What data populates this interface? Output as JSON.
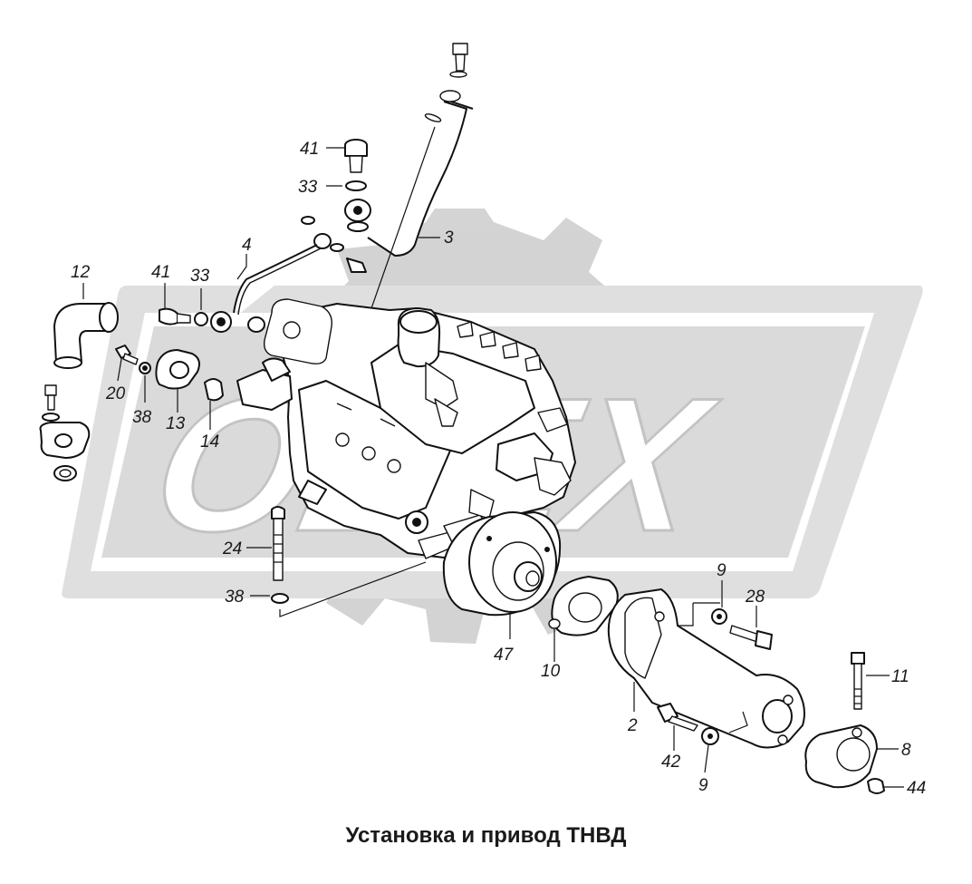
{
  "caption": "Установка и привод ТНВД",
  "watermark": {
    "text": "ODEX",
    "color": "#c8c8c8"
  },
  "callouts": {
    "n41a": "41",
    "n33a": "33",
    "n3": "3",
    "n4": "4",
    "n12": "12",
    "n41b": "41",
    "n33b": "33",
    "n20": "20",
    "n38a": "38",
    "n13": "13",
    "n14": "14",
    "n24": "24",
    "n38b": "38",
    "n47": "47",
    "n10": "10",
    "n9a": "9",
    "n28": "28",
    "n2": "2",
    "n11": "11",
    "n8": "8",
    "n42": "42",
    "n9b": "9",
    "n44": "44"
  }
}
